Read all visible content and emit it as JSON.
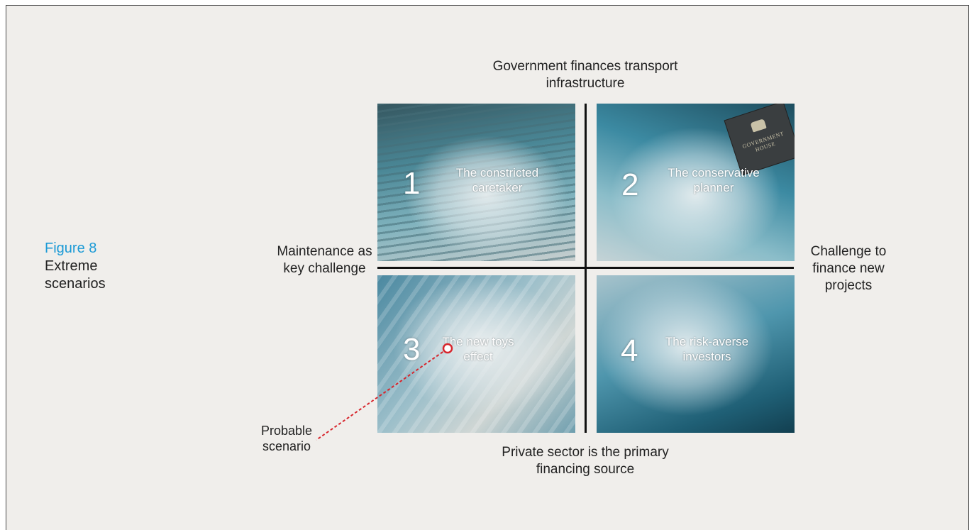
{
  "figure": {
    "number": "Figure 8",
    "title": "Extreme scenarios"
  },
  "axes": {
    "top": "Government finances transport infrastructure",
    "bottom": "Private sector is the primary financing source",
    "left": "Maintenance as key challenge",
    "right": "Challenge to finance new projects"
  },
  "quadrants": [
    {
      "number": "1",
      "label": "The constricted caretaker"
    },
    {
      "number": "2",
      "label": "The conservative planner",
      "sign_text": "GOVERNMENT HOUSE"
    },
    {
      "number": "3",
      "label": "The new toys effect"
    },
    {
      "number": "4",
      "label": "The risk-averse investors"
    }
  ],
  "callout": {
    "label": "Probable scenario",
    "marker_color": "#d7262d"
  },
  "colors": {
    "accent": "#1b9ad6",
    "background": "#f0eeeb",
    "axis": "#111111"
  }
}
